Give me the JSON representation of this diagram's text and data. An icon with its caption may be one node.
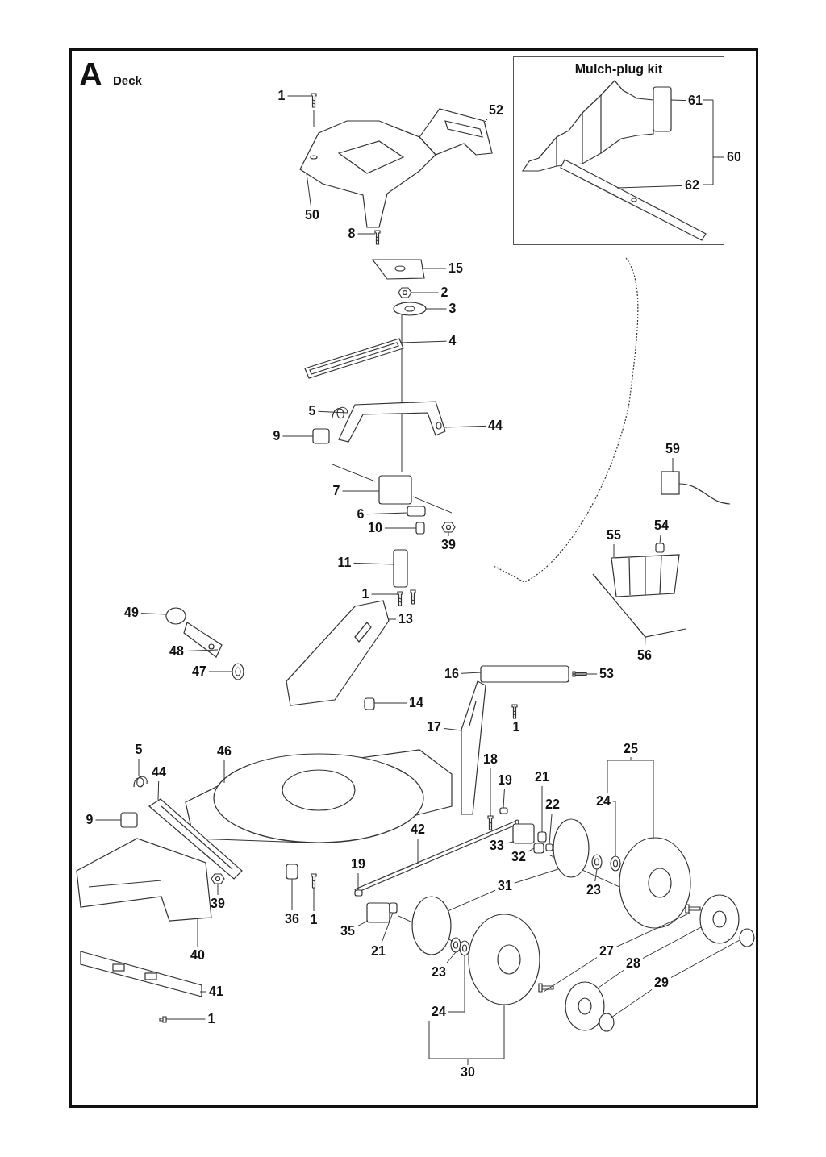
{
  "diagram": {
    "nodes": [
      {
        "text": [
          "Mulch-plug kit"
        ]
      },
      {
        "text": [
          "61"
        ],
        "in": 0
      },
      {
        "text": [
          "62"
        ],
        "in": 0
      },
      {
        "text": [
          "60"
        ]
      },
      {
        "text": [
          "1"
        ]
      },
      {
        "text": [
          "52"
        ]
      },
      {
        "text": [
          "50"
        ]
      },
      {
        "text": [
          "8"
        ]
      },
      {
        "text": [
          "15"
        ]
      },
      {
        "text": [
          "2"
        ]
      },
      {
        "text": [
          "3"
        ]
      },
      {
        "text": [
          "4"
        ]
      },
      {
        "text": [
          "5"
        ]
      },
      {
        "text": [
          "44"
        ]
      },
      {
        "text": [
          "9"
        ]
      },
      {
        "text": [
          "59"
        ]
      },
      {
        "text": [
          "7"
        ]
      },
      {
        "text": [
          "6"
        ]
      },
      {
        "text": [
          "10"
        ]
      },
      {
        "text": [
          "55"
        ]
      },
      {
        "text": [
          "54"
        ]
      },
      {
        "text": [
          "39"
        ]
      },
      {
        "text": [
          "11"
        ]
      },
      {
        "text": [
          "1"
        ]
      },
      {
        "text": [
          "49"
        ]
      },
      {
        "text": [
          "13"
        ]
      },
      {
        "text": [
          "48"
        ]
      },
      {
        "text": [
          "56"
        ]
      },
      {
        "text": [
          "47"
        ]
      },
      {
        "text": [
          "16"
        ]
      },
      {
        "text": [
          "53"
        ]
      },
      {
        "text": [
          "14"
        ]
      },
      {
        "text": [
          "17"
        ]
      },
      {
        "text": [
          "1"
        ]
      },
      {
        "text": [
          "25"
        ]
      },
      {
        "text": [
          "5"
        ]
      },
      {
        "text": [
          "46"
        ]
      },
      {
        "text": [
          "18"
        ]
      },
      {
        "text": [
          "44"
        ]
      },
      {
        "text": [
          "19"
        ]
      },
      {
        "text": [
          "21"
        ]
      },
      {
        "text": [
          "24"
        ]
      },
      {
        "text": [
          "22"
        ]
      },
      {
        "text": [
          "9"
        ]
      },
      {
        "text": [
          "42"
        ]
      },
      {
        "text": [
          "33"
        ]
      },
      {
        "text": [
          "32"
        ]
      },
      {
        "text": [
          "19"
        ]
      },
      {
        "text": [
          "31"
        ]
      },
      {
        "text": [
          "23"
        ]
      },
      {
        "text": [
          "39"
        ]
      },
      {
        "text": [
          "36"
        ]
      },
      {
        "text": [
          "1"
        ]
      },
      {
        "text": [
          "35"
        ]
      },
      {
        "text": [
          "21"
        ]
      },
      {
        "text": [
          "27"
        ]
      },
      {
        "text": [
          "40"
        ]
      },
      {
        "text": [
          "28"
        ]
      },
      {
        "text": [
          "23"
        ]
      },
      {
        "text": [
          "29"
        ]
      },
      {
        "text": [
          "41"
        ]
      },
      {
        "text": [
          "24"
        ]
      },
      {
        "text": [
          "1"
        ]
      },
      {
        "text": [
          "30"
        ]
      },
      {
        "text": [],
        "shape": "picture",
        "in": 0
      },
      {
        "text": [],
        "shape": "picture",
        "in": 0
      },
      {
        "text": [],
        "shape": "picture"
      },
      {
        "text": [],
        "shape": "picture"
      },
      {
        "text": [],
        "shape": "picture"
      },
      {
        "text": [],
        "shape": "picture"
      },
      {
        "text": [],
        "shape": "picture"
      },
      {
        "text": [],
        "shape": "picture"
      },
      {
        "text": [],
        "shape": "picture"
      },
      {
        "text": [],
        "shape": "picture"
      },
      {
        "text": [],
        "shape": "picture"
      },
      {
        "text": [],
        "shape": "picture"
      },
      {
        "text": [],
        "shape": "box"
      },
      {
        "text": [],
        "shape": "picture"
      },
      {
        "text": [],
        "shape": "box"
      },
      {
        "text": [],
        "shape": "box"
      },
      {
        "text": [],
        "shape": "box"
      },
      {
        "text": [],
        "shape": "picture"
      },
      {
        "text": [],
        "shape": "box"
      },
      {
        "text": [],
        "shape": "picture"
      },
      {
        "text": [],
        "shape": "box"
      },
      {
        "text": [],
        "shape": "picture"
      },
      {
        "text": [],
        "shape": "circle"
      },
      {
        "text": [],
        "shape": "picture"
      },
      {
        "text": [],
        "shape": "picture"
      },
      {
        "text": [],
        "shape": "picture"
      },
      {
        "text": [],
        "shape": "picture"
      },
      {
        "text": [],
        "shape": "box"
      },
      {
        "text": [],
        "shape": "picture"
      },
      {
        "text": [],
        "shape": "box"
      },
      {
        "text": [],
        "shape": "picture"
      },
      {
        "text": [],
        "shape": "picture"
      },
      {
        "text": [],
        "shape": "picture"
      },
      {
        "text": [],
        "shape": "picture"
      },
      {
        "text": [],
        "shape": "picture"
      },
      {
        "text": [],
        "shape": "picture"
      },
      {
        "text": [],
        "shape": "box"
      },
      {
        "text": [],
        "shape": "box"
      },
      {
        "text": [],
        "shape": "picture"
      },
      {
        "text": [],
        "shape": "box"
      },
      {
        "text": [],
        "shape": "box"
      },
      {
        "text": [],
        "shape": "picture"
      },
      {
        "text": [],
        "shape": "box"
      },
      {
        "text": [],
        "shape": "box"
      },
      {
        "text": [],
        "shape": "box"
      },
      {
        "text": [],
        "shape": "circle"
      },
      {
        "text": [],
        "shape": "circle"
      },
      {
        "text": [],
        "shape": "picture"
      },
      {
        "text": [],
        "shape": "picture"
      },
      {
        "text": [],
        "shape": "box"
      },
      {
        "text": [],
        "shape": "picture"
      },
      {
        "text": [],
        "shape": "box"
      },
      {
        "text": [],
        "shape": "box"
      },
      {
        "text": [],
        "shape": "picture"
      },
      {
        "text": [],
        "shape": "picture"
      },
      {
        "text": [],
        "shape": "picture"
      },
      {
        "text": [],
        "shape": "picture"
      },
      {
        "text": [],
        "shape": "picture"
      },
      {
        "text": [],
        "shape": "picture"
      },
      {
        "text": [],
        "shape": "circle"
      },
      {
        "text": [],
        "shape": "circle"
      },
      {
        "text": [],
        "shape": "picture"
      },
      {
        "text": [],
        "shape": "picture"
      },
      {
        "text": [],
        "shape": "picture"
      }
    ],
    "edges": [
      {
        "from": 1,
        "to": 64,
        "arrow": "none"
      },
      {
        "from": 2,
        "to": 65,
        "arrow": "none"
      },
      {
        "from": 4,
        "to": 66,
        "arrow": "none"
      },
      {
        "from": 5,
        "to": 67,
        "arrow": "none"
      },
      {
        "from": 6,
        "to": 68,
        "arrow": "none"
      },
      {
        "from": 7,
        "to": 69,
        "arrow": "none"
      },
      {
        "from": 8,
        "to": 70,
        "arrow": "none"
      },
      {
        "from": 9,
        "to": 71,
        "arrow": "none"
      },
      {
        "from": 10,
        "to": 72,
        "arrow": "none"
      },
      {
        "from": 11,
        "to": 73,
        "arrow": "none"
      },
      {
        "from": 12,
        "to": 74,
        "arrow": "none"
      },
      {
        "from": 13,
        "to": 75,
        "arrow": "none"
      },
      {
        "from": 14,
        "to": 76,
        "arrow": "none"
      },
      {
        "from": 15,
        "to": 77,
        "arrow": "none"
      },
      {
        "from": 16,
        "to": 78,
        "arrow": "none"
      },
      {
        "from": 17,
        "to": 79,
        "arrow": "none"
      },
      {
        "from": 18,
        "to": 80,
        "arrow": "none"
      },
      {
        "from": 19,
        "to": 81,
        "arrow": "none"
      },
      {
        "from": 20,
        "to": 82,
        "arrow": "none"
      },
      {
        "from": 21,
        "to": 83,
        "arrow": "none"
      },
      {
        "from": 22,
        "to": 84,
        "arrow": "none"
      },
      {
        "from": 23,
        "to": 85,
        "arrow": "none"
      },
      {
        "from": 24,
        "to": 86,
        "arrow": "none"
      },
      {
        "from": 25,
        "to": 87,
        "arrow": "none"
      },
      {
        "from": 26,
        "to": 88,
        "arrow": "none"
      },
      {
        "from": 27,
        "to": 89,
        "arrow": "none"
      },
      {
        "from": 28,
        "to": 90,
        "arrow": "none"
      },
      {
        "from": 29,
        "to": 91,
        "arrow": "none"
      },
      {
        "from": 30,
        "to": 92,
        "arrow": "none"
      },
      {
        "from": 31,
        "to": 93,
        "arrow": "none"
      },
      {
        "from": 32,
        "to": 94,
        "arrow": "none"
      },
      {
        "from": 33,
        "to": 95,
        "arrow": "none"
      },
      {
        "from": 35,
        "to": 96,
        "arrow": "none"
      },
      {
        "from": 36,
        "to": 97,
        "arrow": "none"
      },
      {
        "from": 37,
        "to": 98,
        "arrow": "none"
      },
      {
        "from": 38,
        "to": 99,
        "arrow": "none"
      },
      {
        "from": 39,
        "to": 100,
        "arrow": "none"
      },
      {
        "from": 40,
        "to": 101,
        "arrow": "none"
      },
      {
        "from": 41,
        "to": 102,
        "arrow": "none"
      },
      {
        "from": 42,
        "to": 103,
        "arrow": "none"
      },
      {
        "from": 43,
        "to": 104,
        "arrow": "none"
      },
      {
        "from": 44,
        "to": 105,
        "arrow": "none"
      },
      {
        "from": 45,
        "to": 106,
        "arrow": "none"
      },
      {
        "from": 46,
        "to": 107,
        "arrow": "none"
      },
      {
        "from": 47,
        "to": 108,
        "arrow": "none"
      },
      {
        "from": 48,
        "to": 109,
        "arrow": "none"
      },
      {
        "from": 48,
        "to": 110,
        "arrow": "none"
      },
      {
        "from": 49,
        "to": 111,
        "arrow": "none"
      },
      {
        "from": 50,
        "to": 112,
        "arrow": "none"
      },
      {
        "from": 51,
        "to": 113,
        "arrow": "none"
      },
      {
        "from": 52,
        "to": 114,
        "arrow": "none"
      },
      {
        "from": 53,
        "to": 115,
        "arrow": "none"
      },
      {
        "from": 54,
        "to": 116,
        "arrow": "none"
      },
      {
        "from": 55,
        "to": 117,
        "arrow": "none"
      },
      {
        "from": 55,
        "to": 118,
        "arrow": "none"
      },
      {
        "from": 56,
        "to": 119,
        "arrow": "none"
      },
      {
        "from": 57,
        "to": 120,
        "arrow": "none"
      },
      {
        "from": 57,
        "to": 121,
        "arrow": "none"
      },
      {
        "from": 58,
        "to": 122,
        "arrow": "none"
      },
      {
        "from": 59,
        "to": 123,
        "arrow": "none"
      },
      {
        "from": 59,
        "to": 124,
        "arrow": "none"
      },
      {
        "from": 60,
        "to": 125,
        "arrow": "none"
      },
      {
        "from": 61,
        "to": 126,
        "arrow": "none"
      },
      {
        "from": 62,
        "to": 127,
        "arrow": "none"
      }
    ],
    "labels": [
      "A",
      "Deck"
    ]
  }
}
